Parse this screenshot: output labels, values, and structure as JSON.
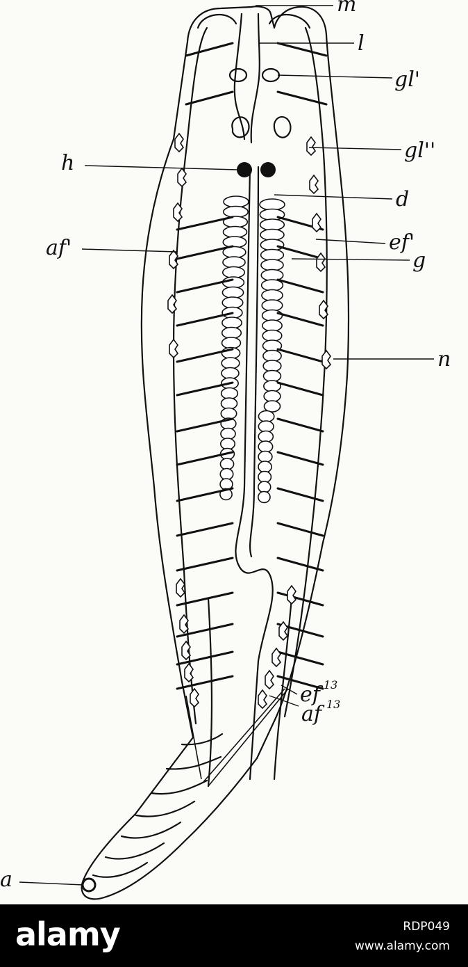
{
  "figure": {
    "labels": {
      "m": "m",
      "l": "l",
      "gl1": "gl'",
      "gl2": "gl''",
      "h": "h",
      "d": "d",
      "af1": "af'",
      "ef1": "ef'",
      "g": "g",
      "n": "n",
      "ef13": "ef",
      "ef13_sup": "13",
      "af13": "af",
      "af13_sup": "13",
      "a": "a"
    },
    "colors": {
      "ink": "#111111",
      "paper": "#fbfbf8"
    }
  },
  "banner": {
    "logo": "alamy",
    "image_id": "RDP049",
    "site_url": "www.alamy.com"
  }
}
